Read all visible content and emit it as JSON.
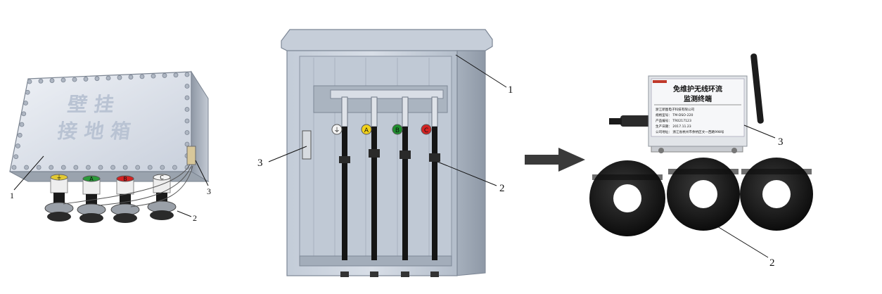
{
  "callouts": {
    "left": {
      "one": "1",
      "two": "2",
      "three": "3"
    },
    "middle": {
      "one": "1",
      "two": "2",
      "three": "3"
    },
    "right": {
      "two": "2",
      "three": "3"
    }
  },
  "box": {
    "embossed_line1": "壁 挂",
    "embossed_line2": "接 地 箱",
    "caps": [
      "⏚",
      "A",
      "B",
      "C"
    ]
  },
  "cabinet": {
    "phase_markers": [
      "⏚",
      "A",
      "B",
      "C"
    ]
  },
  "monitor": {
    "title_line1": "免维护无线环流",
    "title_line2": "监测终端",
    "info_lines": [
      "浙江新图电子科技有限公司",
      "规格型号：  TM-DSO-220",
      "产品编号：  TR0217123",
      "生产日期：  2017.11.23",
      "公司地址：  浙江省杭州市余杭区文一西路998号"
    ]
  },
  "colors": {
    "ground": "#f4f4f4",
    "phase_a": "#f2d21a",
    "phase_b": "#1f8f2e",
    "phase_c": "#d42222",
    "cabinet": "#b8c3d0",
    "arrow": "#3a3a3a"
  }
}
